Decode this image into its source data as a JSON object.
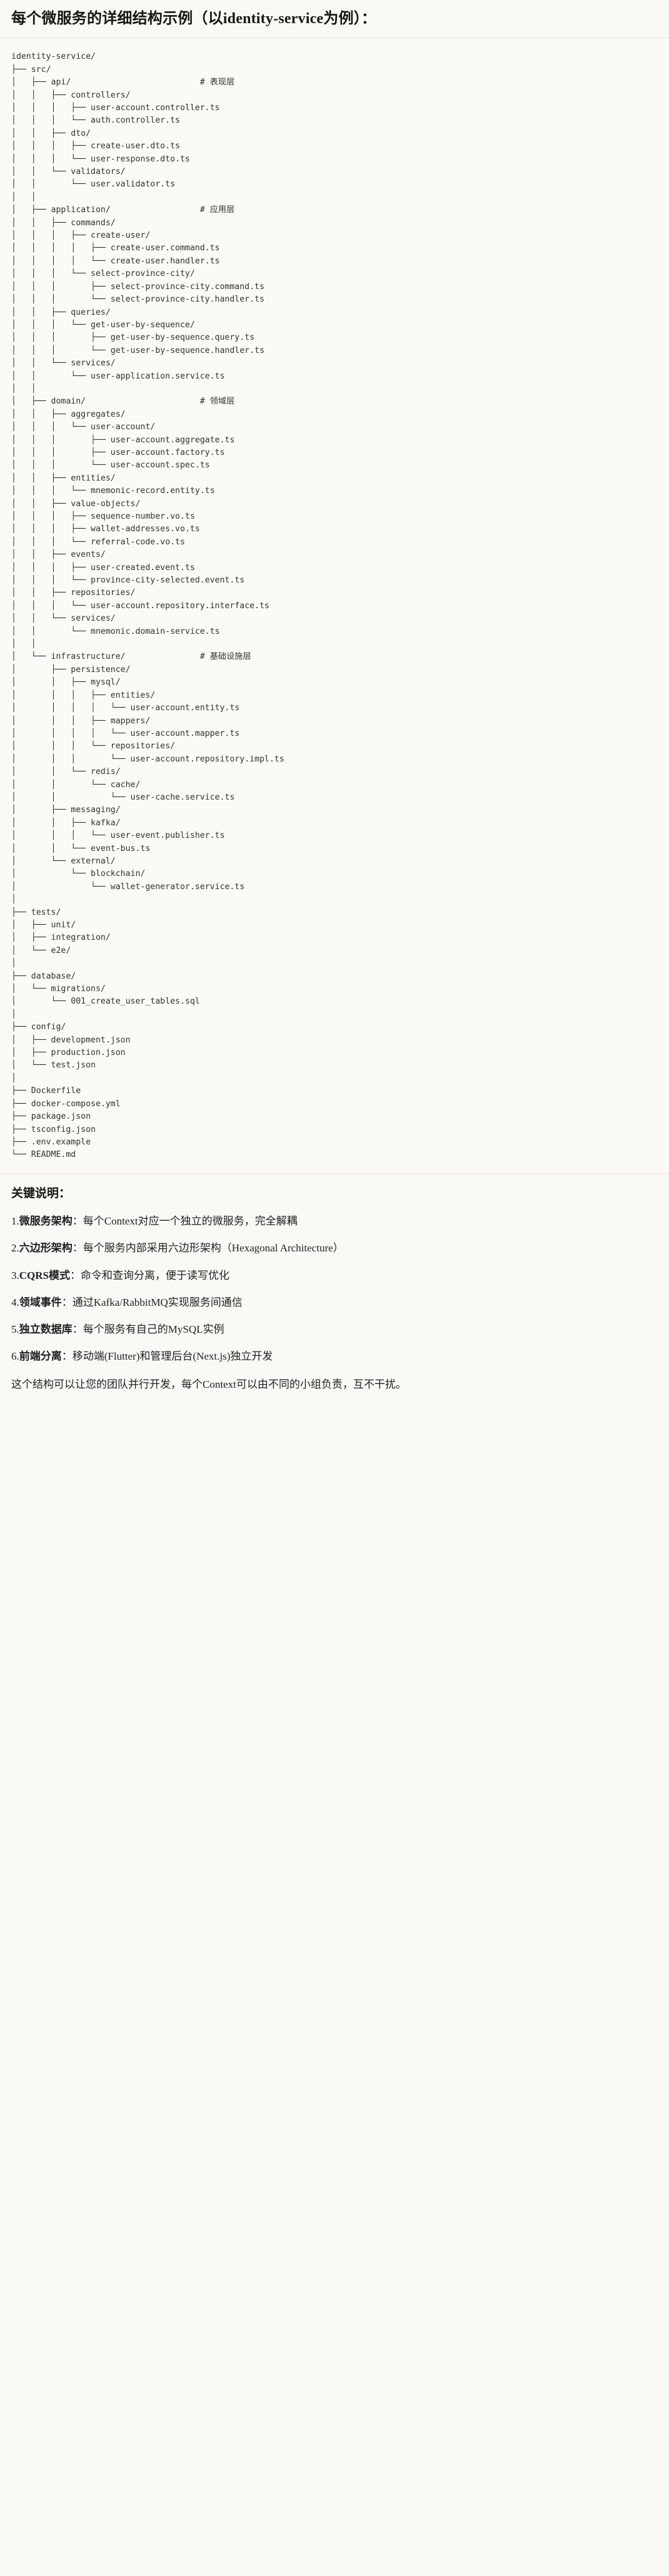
{
  "heading": "每个微服务的详细结构示例（以identity-service为例）：",
  "code_block": {
    "language": "text",
    "tree_text": "identity-service/\n├── src/\n│   ├── api/                          # 表现层\n│   │   ├── controllers/\n│   │   │   ├── user-account.controller.ts\n│   │   │   └── auth.controller.ts\n│   │   ├── dto/\n│   │   │   ├── create-user.dto.ts\n│   │   │   └── user-response.dto.ts\n│   │   └── validators/\n│   │       └── user.validator.ts\n│   │\n│   ├── application/                  # 应用层\n│   │   ├── commands/\n│   │   │   ├── create-user/\n│   │   │   │   ├── create-user.command.ts\n│   │   │   │   └── create-user.handler.ts\n│   │   │   └── select-province-city/\n│   │   │       ├── select-province-city.command.ts\n│   │   │       └── select-province-city.handler.ts\n│   │   ├── queries/\n│   │   │   └── get-user-by-sequence/\n│   │   │       ├── get-user-by-sequence.query.ts\n│   │   │       └── get-user-by-sequence.handler.ts\n│   │   └── services/\n│   │       └── user-application.service.ts\n│   │\n│   ├── domain/                       # 领域层\n│   │   ├── aggregates/\n│   │   │   └── user-account/\n│   │   │       ├── user-account.aggregate.ts\n│   │   │       ├── user-account.factory.ts\n│   │   │       └── user-account.spec.ts\n│   │   ├── entities/\n│   │   │   └── mnemonic-record.entity.ts\n│   │   ├── value-objects/\n│   │   │   ├── sequence-number.vo.ts\n│   │   │   ├── wallet-addresses.vo.ts\n│   │   │   └── referral-code.vo.ts\n│   │   ├── events/\n│   │   │   ├── user-created.event.ts\n│   │   │   └── province-city-selected.event.ts\n│   │   ├── repositories/\n│   │   │   └── user-account.repository.interface.ts\n│   │   └── services/\n│   │       └── mnemonic.domain-service.ts\n│   │\n│   └── infrastructure/               # 基础设施层\n│       ├── persistence/\n│       │   ├── mysql/\n│       │   │   ├── entities/\n│       │   │   │   └── user-account.entity.ts\n│       │   │   ├── mappers/\n│       │   │   │   └── user-account.mapper.ts\n│       │   │   └── repositories/\n│       │   │       └── user-account.repository.impl.ts\n│       │   └── redis/\n│       │       └── cache/\n│       │           └── user-cache.service.ts\n│       ├── messaging/\n│       │   ├── kafka/\n│       │   │   └── user-event.publisher.ts\n│       │   └── event-bus.ts\n│       └── external/\n│           └── blockchain/\n│               └── wallet-generator.service.ts\n│\n├── tests/\n│   ├── unit/\n│   ├── integration/\n│   └── e2e/\n│\n├── database/\n│   └── migrations/\n│       └── 001_create_user_tables.sql\n│\n├── config/\n│   ├── development.json\n│   ├── production.json\n│   └── test.json\n│\n├── Dockerfile\n├── docker-compose.yml\n├── package.json\n├── tsconfig.json\n├── .env.example\n└── README.md"
  },
  "keypoints": {
    "title": "关键说明：",
    "items": [
      {
        "num": "1.",
        "term": "微服务架构",
        "sep": "：",
        "desc": "每个Context对应一个独立的微服务，完全解耦"
      },
      {
        "num": "2.",
        "term": "六边形架构",
        "sep": "：",
        "desc": "每个服务内部采用六边形架构（Hexagonal Architecture）"
      },
      {
        "num": "3.",
        "term": "CQRS模式",
        "sep": "：",
        "desc": "命令和查询分离，便于读写优化"
      },
      {
        "num": "4.",
        "term": "领域事件",
        "sep": "：",
        "desc": "通过Kafka/RabbitMQ实现服务间通信"
      },
      {
        "num": "5.",
        "term": "独立数据库",
        "sep": "：",
        "desc": "每个服务有自己的MySQL实例"
      },
      {
        "num": "6.",
        "term": "前端分离",
        "sep": "：",
        "desc": "移动端(Flutter)和管理后台(Next.js)独立开发"
      }
    ],
    "outro": "这个结构可以让您的团队并行开发，每个Context可以由不同的小组负责，互不干扰。"
  },
  "colors": {
    "page_bg": "#faf9f5",
    "code_bg": "#fbfaf6",
    "rule": "#e8e6dc",
    "text": "#1f1f1d",
    "code_text": "#32312c"
  }
}
